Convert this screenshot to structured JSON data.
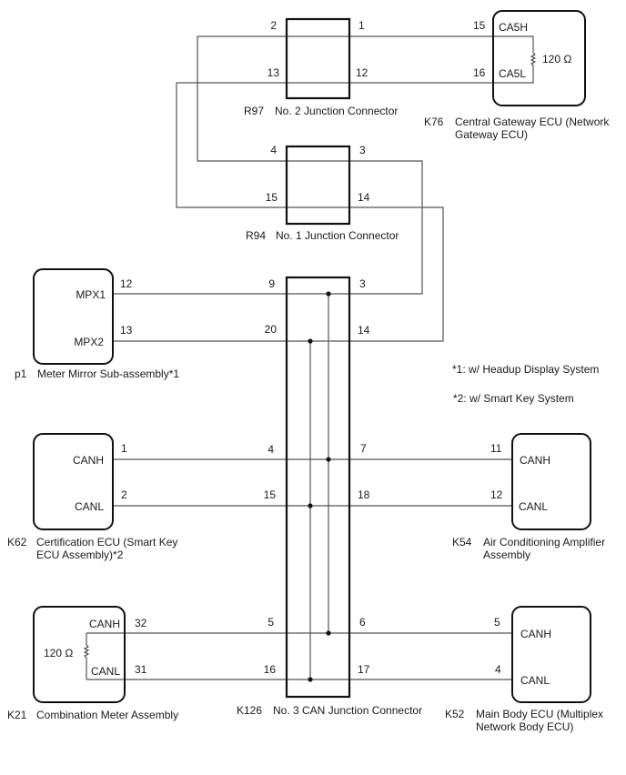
{
  "diagram": {
    "connectors": {
      "r97": {
        "code": "R97",
        "name": "No. 2 Junction Connector",
        "pins": {
          "l_top": "2",
          "r_top": "1",
          "l_bot": "13",
          "r_bot": "12"
        }
      },
      "r94": {
        "code": "R94",
        "name": "No. 1 Junction Connector",
        "pins": {
          "l_top": "4",
          "r_top": "3",
          "l_bot": "15",
          "r_bot": "14"
        }
      },
      "k126": {
        "code": "K126",
        "name": "No. 3 CAN Junction Connector",
        "pins": {
          "l1": "9",
          "r1": "3",
          "l2": "20",
          "r2": "14",
          "l3": "4",
          "r3": "7",
          "l4": "15",
          "r4": "18",
          "l5": "5",
          "r5": "6",
          "l6": "16",
          "r6": "17"
        }
      }
    },
    "ecus": {
      "k76": {
        "code": "K76",
        "name_line1": "Central Gateway ECU (Network",
        "name_line2": "Gateway ECU)",
        "sig_h": "CA5H",
        "sig_l": "CA5L",
        "pin_h": "15",
        "pin_l": "16",
        "resistor": "120 Ω"
      },
      "p1": {
        "code": "p1",
        "name": "Meter Mirror Sub-assembly*1",
        "sig_1": "MPX1",
        "sig_2": "MPX2",
        "pin_1": "12",
        "pin_2": "13"
      },
      "k62": {
        "code": "K62",
        "name_line1": "Certification ECU (Smart Key",
        "name_line2": "ECU Assembly)*2",
        "sig_h": "CANH",
        "sig_l": "CANL",
        "pin_h": "1",
        "pin_l": "2"
      },
      "k54": {
        "code": "K54",
        "name_line1": "Air Conditioning Amplifier",
        "name_line2": "Assembly",
        "sig_h": "CANH",
        "sig_l": "CANL",
        "pin_h": "11",
        "pin_l": "12"
      },
      "k21": {
        "code": "K21",
        "name": "Combination Meter Assembly",
        "sig_h": "CANH",
        "sig_l": "CANL",
        "pin_h": "32",
        "pin_l": "31",
        "resistor": "120 Ω"
      },
      "k52": {
        "code": "K52",
        "name_line1": "Main Body ECU (Multiplex",
        "name_line2": "Network Body ECU)",
        "sig_h": "CANH",
        "sig_l": "CANL",
        "pin_h": "5",
        "pin_l": "4"
      }
    },
    "notes": {
      "n1": "*1: w/ Headup Display System",
      "n2": "*2: w/ Smart Key System"
    }
  }
}
